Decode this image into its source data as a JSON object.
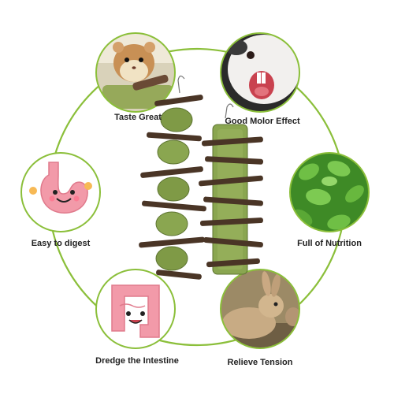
{
  "colors": {
    "ring": "#8bbf3a",
    "stick": "#4a3526",
    "hay": "#7f9a46",
    "hay_light": "#a7be69",
    "pink": "#f29aa9",
    "leaf": "#4f9a2c"
  },
  "features": [
    {
      "label": "Taste Great",
      "icon": "hamster-icon"
    },
    {
      "label": "Good Molor Effect",
      "icon": "guinea-pig-teeth-icon"
    },
    {
      "label": "Easy to digest",
      "icon": "happy-stomach-icon"
    },
    {
      "label": "Full of Nutrition",
      "icon": "alfalfa-leaves-icon"
    },
    {
      "label": "Dredge the Intestine",
      "icon": "happy-intestine-icon"
    },
    {
      "label": "Relieve Tension",
      "icon": "rabbit-icon"
    }
  ]
}
